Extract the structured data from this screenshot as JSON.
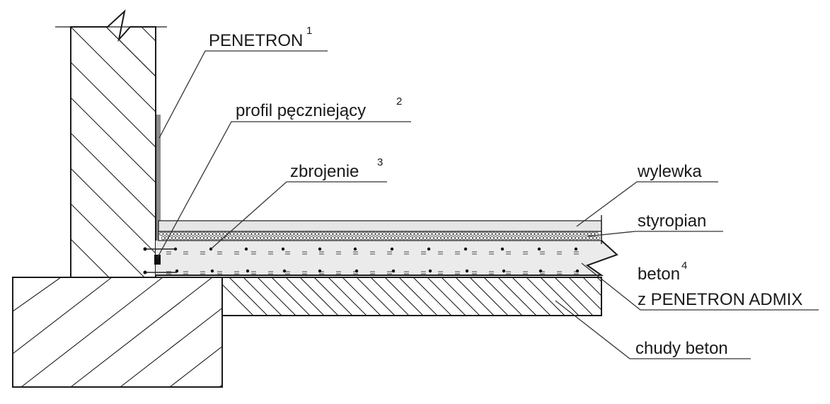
{
  "labels": {
    "penetron": {
      "text": "PENETRON",
      "sup": "1"
    },
    "profil": {
      "text": "profil pęczniejący",
      "sup": "2"
    },
    "zbrojenie": {
      "text": "zbrojenie",
      "sup": "3"
    },
    "wylewka": {
      "text": "wylewka"
    },
    "styropian": {
      "text": "styropian"
    },
    "beton": {
      "text": "beton",
      "sup": "4",
      "line2": "z PENETRON ADMIX"
    },
    "chudy": {
      "text": "chudy beton"
    }
  },
  "colors": {
    "line": "#1a1a1a",
    "screed_fill": "#e6e6e6",
    "concrete_fill": "#ebebeb",
    "penetron_coating": "#8c8c8c",
    "swelling_profile": "#111111"
  }
}
